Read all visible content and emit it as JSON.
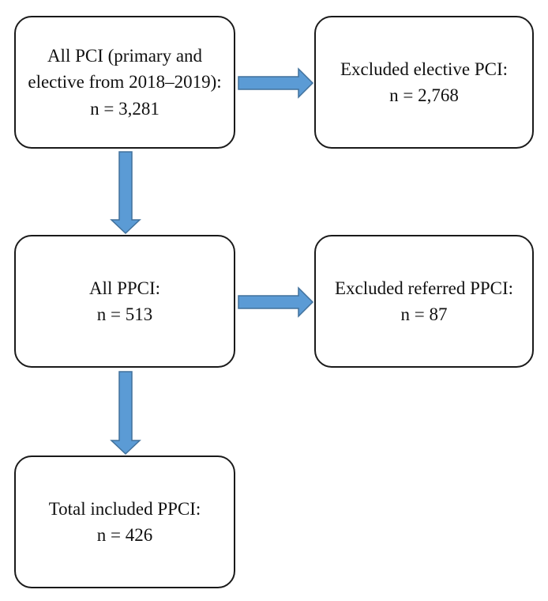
{
  "colors": {
    "arrow_fill": "#5b9bd5",
    "arrow_stroke": "#41719c",
    "box_border": "#1a1a1a"
  },
  "boxes": {
    "all_pci": {
      "lines": [
        "All PCI (primary and",
        "elective from 2018–2019):",
        "n = 3,281"
      ]
    },
    "excluded_elective": {
      "lines": [
        "Excluded elective PCI:",
        "n = 2,768"
      ]
    },
    "all_ppci": {
      "lines": [
        "All PPCI:",
        "n = 513"
      ]
    },
    "excluded_referred": {
      "lines": [
        "Excluded referred PPCI:",
        "n = 87"
      ]
    },
    "total_included": {
      "lines": [
        "Total included PPCI:",
        "n = 426"
      ]
    }
  }
}
